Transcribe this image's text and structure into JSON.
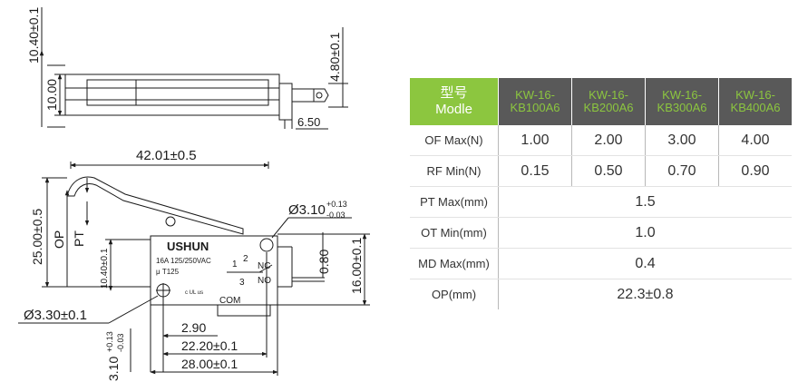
{
  "drawing": {
    "side_view": {
      "dim_total_height": "10.40±0.1",
      "dim_body_height": "10.00",
      "dim_terminal_height": "4.80±0.1",
      "dim_terminal_pitch": "6.50"
    },
    "front_view": {
      "dim_length": "42.01±0.5",
      "dim_overall_height": "25.00±0.5",
      "label_op": "OP",
      "label_pt": "PT",
      "dim_hole_d_right": "Ø3.10",
      "dim_hole_d_right_tol_plus": "+0.13",
      "dim_hole_d_right_tol_minus": "-0.03",
      "dim_ot": "0.80",
      "dim_body_height": "16.00±0.1",
      "dim_hole_offset": "10.40±0.1",
      "dim_hole_d_left": "Ø3.30±0.1",
      "dim_hole_d_bottom": "3.10",
      "dim_hole_d_bottom_tol_plus": "+0.13",
      "dim_hole_d_bottom_tol_minus": "-0.03",
      "dim_2_90": "2.90",
      "dim_hole_spacing": "22.20±0.1",
      "dim_body_length": "28.00±0.1"
    },
    "body_text": {
      "brand": "USHUN",
      "rating": "16A 125/250VAC",
      "temp": "μ T125",
      "cert": "c UL us",
      "terminal_1": "1",
      "terminal_2": "2",
      "terminal_3": "3",
      "nc": "NC",
      "no": "NO",
      "com": "COM"
    }
  },
  "spec_table": {
    "header_label_line1": "型号",
    "header_label_line2": "Modle",
    "models": [
      {
        "line1": "KW-16-",
        "line2": "KB100A6"
      },
      {
        "line1": "KW-16-",
        "line2": "KB200A6"
      },
      {
        "line1": "KW-16-",
        "line2": "KB300A6"
      },
      {
        "line1": "KW-16-",
        "line2": "KB400A6"
      }
    ],
    "rows": [
      {
        "label": "OF Max(N)",
        "values": [
          "1.00",
          "2.00",
          "3.00",
          "4.00"
        ]
      },
      {
        "label": "RF Min(N)",
        "values": [
          "0.15",
          "0.50",
          "0.70",
          "0.90"
        ]
      }
    ],
    "span_rows": [
      {
        "label": "PT Max(mm)",
        "value": "1.5"
      },
      {
        "label": "OT Min(mm)",
        "value": "1.0"
      },
      {
        "label": "MD Max(mm)",
        "value": "0.4"
      },
      {
        "label": "OP(mm)",
        "value": "22.3±0.8"
      }
    ]
  },
  "colors": {
    "header_green": "#8cc63f",
    "header_dark": "#595959",
    "line": "#1a1a1a"
  }
}
